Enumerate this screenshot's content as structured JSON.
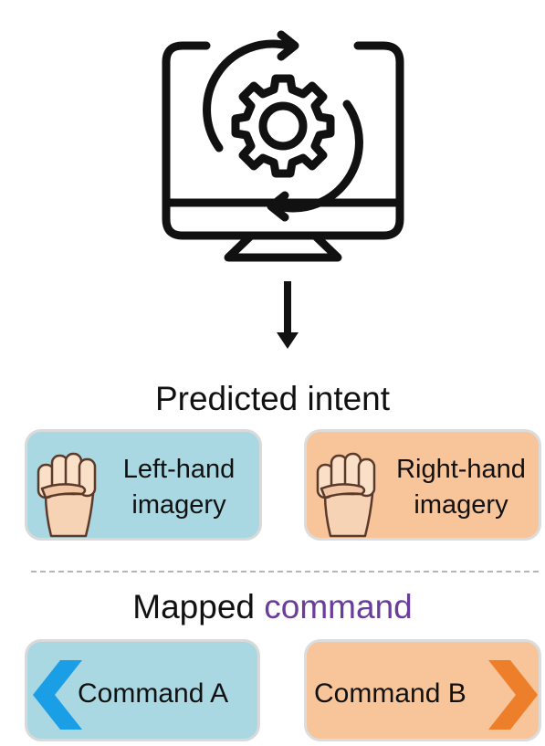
{
  "icons": {
    "top": "monitor-gear-sync-icon",
    "flow": "down-arrow-icon",
    "intent": "raised-fist-icon",
    "left_command": "chevron-left-icon",
    "right_command": "chevron-right-icon"
  },
  "predicted_intent": {
    "title": "Predicted intent",
    "options": [
      {
        "line1": "Left-hand",
        "line2": "imagery"
      },
      {
        "line1": "Right-hand",
        "line2": "imagery"
      }
    ]
  },
  "mapped_command": {
    "title_part1": "Mapped",
    "title_part2": "command",
    "commands": [
      {
        "label": "Command A"
      },
      {
        "label": "Command B"
      }
    ]
  },
  "colors": {
    "blue_card": "#a9d8e3",
    "orange_card": "#f8c49a",
    "accent_word": "#6a3d9a",
    "chevron_blue": "#1a9ee6",
    "chevron_orange": "#ee7f2a"
  }
}
